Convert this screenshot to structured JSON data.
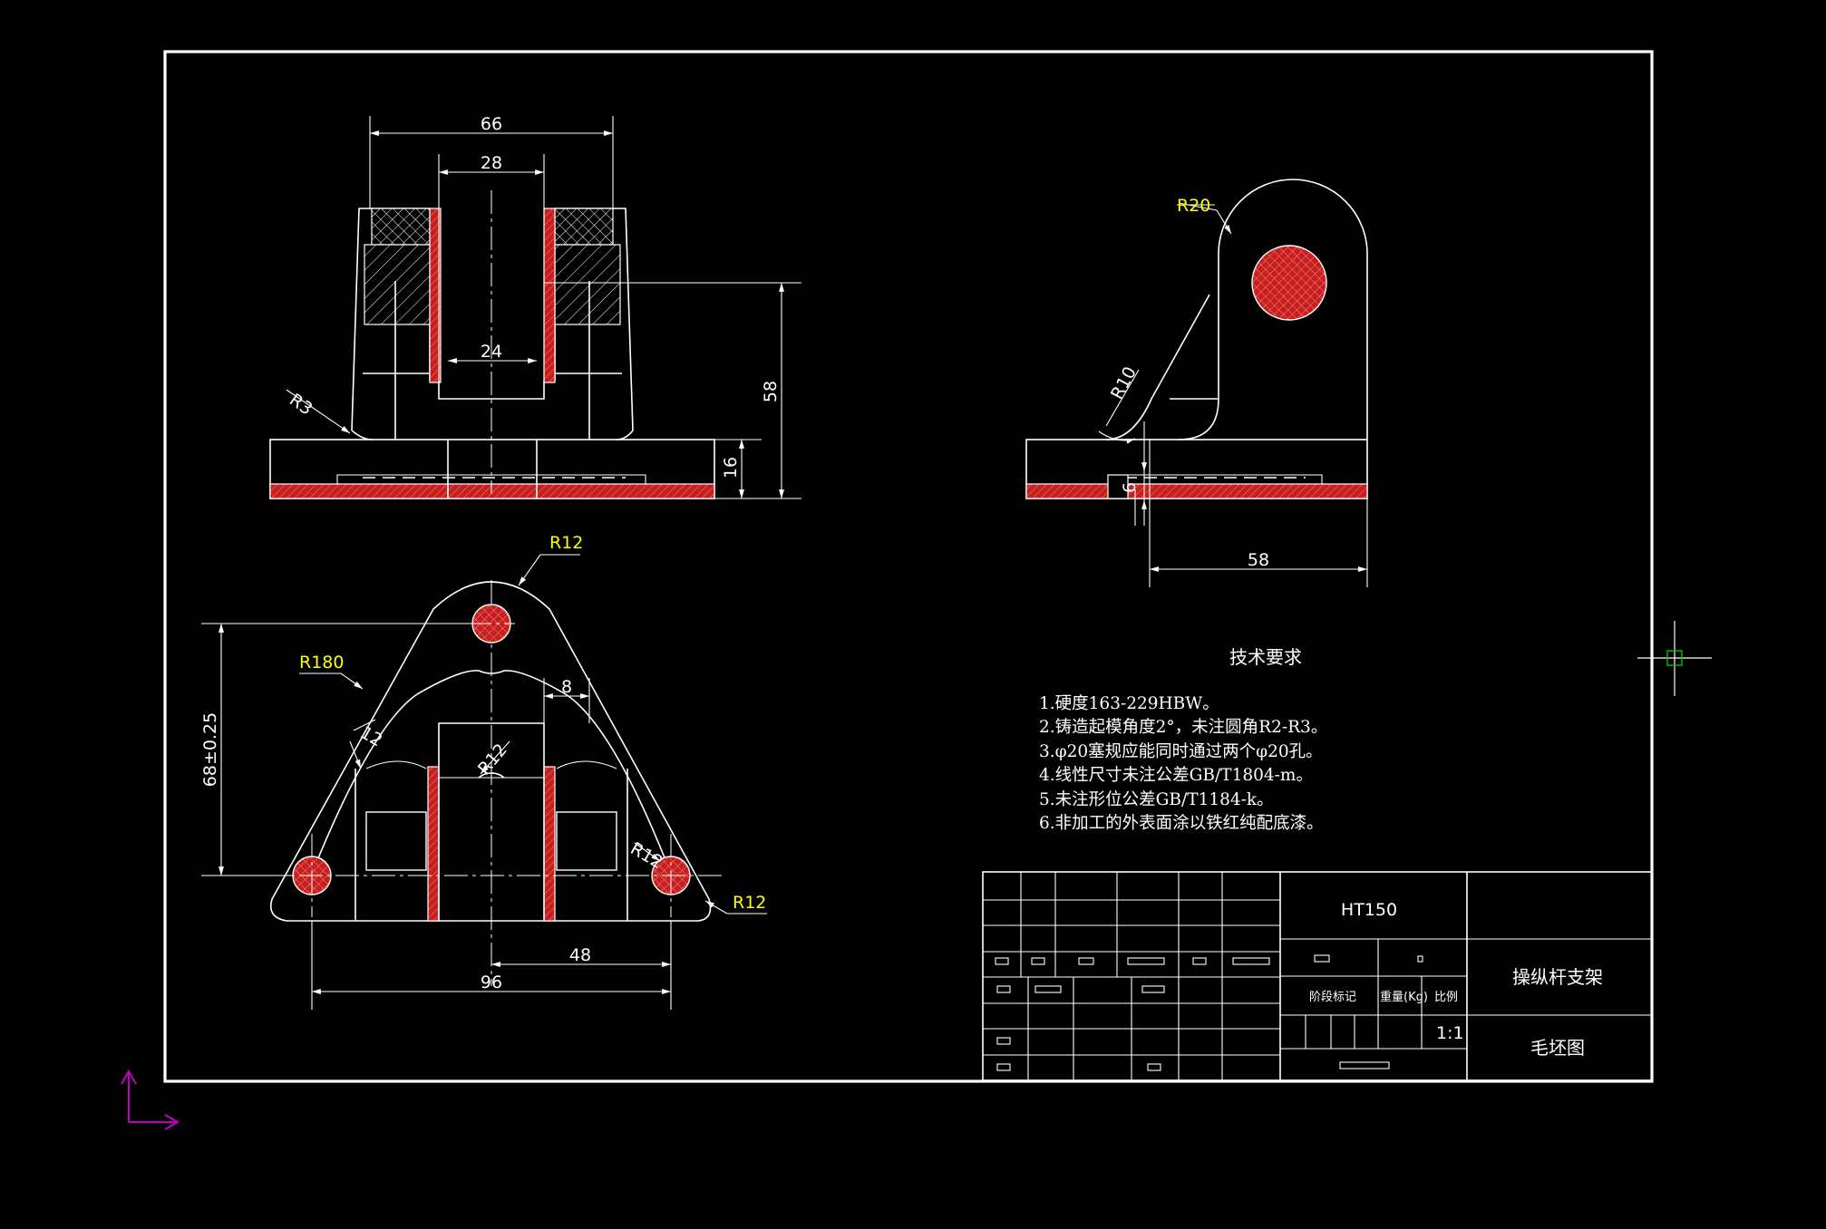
{
  "front_view": {
    "dims": {
      "width_outer": "66",
      "width_inner": "28",
      "slot": "24",
      "height": "58",
      "base": "16",
      "fillet": "R3"
    }
  },
  "side_view": {
    "dims": {
      "top_radius": "R20",
      "fillet": "R10",
      "thickness": "6",
      "depth": "58"
    }
  },
  "top_view": {
    "dims": {
      "top_radius": "R12",
      "arc_radius": "R180",
      "wall": "12",
      "rib": "8",
      "inner_radius": "R12",
      "corner_radius_a": "R12",
      "corner_radius_b": "R12",
      "height": "68±0.25",
      "half_span": "48",
      "span": "96"
    }
  },
  "tech_requirements": {
    "title": "技术要求",
    "items": [
      "1.硬度163-229HBW。",
      "2.铸造起模角度2°，未注圆角R2-R3。",
      "3.φ20塞规应能同时通过两个φ20孔。",
      "4.线性尺寸未注公差GB/T1804-m。",
      "5.未注形位公差GB/T1184-k。",
      "6.非加工的外表面涂以铁红纯配底漆。"
    ]
  },
  "title_block": {
    "material": "HT150",
    "part_name": "操纵杆支架",
    "drawing_type": "毛坯图",
    "stage_label": "阶段标记",
    "weight_label": "重量(Kg)",
    "scale_label": "比例",
    "scale": "1:1"
  },
  "colors": {
    "line": "#ffffff",
    "annotation": "#ffff00",
    "section_red": "#c81e1e",
    "ucs": "#c000c0",
    "cursor_box": "#00c000"
  }
}
